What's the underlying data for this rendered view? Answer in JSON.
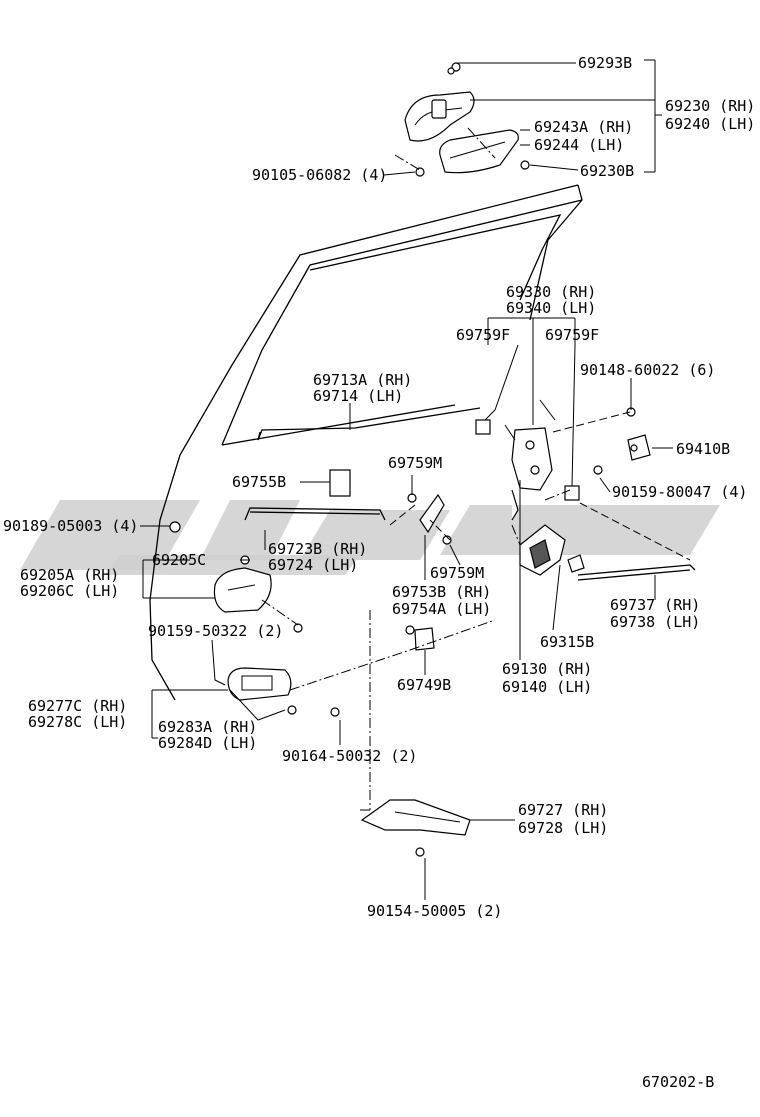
{
  "diagram_id": "670202-B",
  "labels": {
    "p69293B": "69293B",
    "p69230RH": "69230 (RH)",
    "p69240LH": "69240 (LH)",
    "p69243A": "69243A (RH)",
    "p69244": "69244  (LH)",
    "p69230B": "69230B",
    "p90105": "90105-06082 (4)",
    "p69330": "69330 (RH)",
    "p69340": "69340 (LH)",
    "p69759F_a": "69759F",
    "p69759F_b": "69759F",
    "p90148": "90148-60022 (6)",
    "p69713A": "69713A (RH)",
    "p69714": "69714 (LH)",
    "p69410B": "69410B",
    "p69755B": "69755B",
    "p69759M_a": "69759M",
    "p90159_80047": "90159-80047 (4)",
    "p90189": "90189-05003 (4)",
    "p69723B": "69723B (RH)",
    "p69724": "69724 (LH)",
    "p69205C": "69205C",
    "p69205A": "69205A (RH)",
    "p69206C": "69206C (LH)",
    "p69759M_b": "69759M",
    "p69753B": "69753B (RH)",
    "p69754A": "69754A (LH)",
    "p69737": "69737 (RH)",
    "p69738": "69738 (LH)",
    "p90159_50322": "90159-50322 (2)",
    "p69315B": "69315B",
    "p69749B": "69749B",
    "p69130": "69130 (RH)",
    "p69140": "69140 (LH)",
    "p69277C": "69277C (RH)",
    "p69278C": "69278C (LH)",
    "p69283A": "69283A (RH)",
    "p69284D": "69284D (LH)",
    "p90164": "90164-50032 (2)",
    "p69727": "69727 (RH)",
    "p69728": "69728 (LH)",
    "p90154": "90154-50005 (2)",
    "figure_code": "670202-B"
  }
}
